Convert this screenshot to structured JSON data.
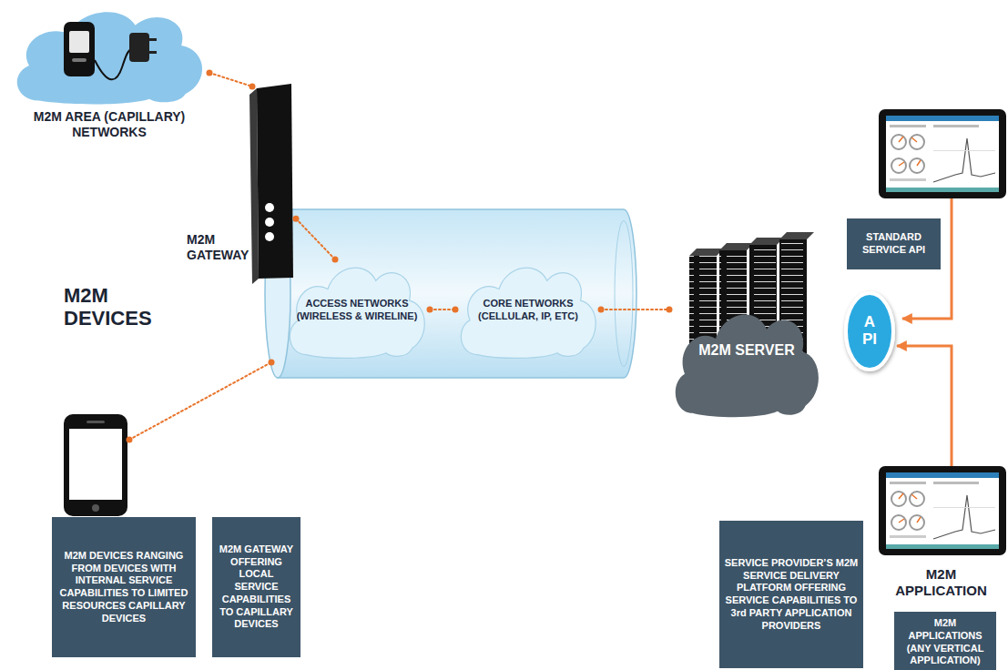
{
  "diagram": {
    "nodes": [
      {
        "text": [
          "M2M AREA (CAPILLARY) NETWORKS"
        ]
      },
      {
        "text": [
          "M2M GATEWAY"
        ]
      },
      {
        "text": [
          "ACCESS NETWORKS (WIRELESS & WIRELINE)"
        ]
      },
      {
        "text": [
          "CORE NETWORKS (CELLULAR, IP, ETC)"
        ]
      },
      {
        "text": [
          "M2M SERVER"
        ]
      },
      {
        "text": [
          "STANDARD SERVICE API"
        ]
      },
      {
        "text": [
          "API"
        ]
      },
      {
        "text": [
          "M2M APPLICATION"
        ]
      },
      {
        "text": [
          "M2M DEVICES RANGING FROM DEVICES WITH INTERNAL SERVICE CAPABILITIES TO LIMITED RESOURCES CAPILLARY DEVICES"
        ]
      },
      {
        "text": [
          "M2M GATEWAY OFFERING LOCAL SERVICE CAPABILITIES TO CAPILLARY DEVICES"
        ]
      },
      {
        "text": [
          "SERVICE PROVIDER’S M2M SERVICE DELIVERY PLATFORM OFFERING SERVICE CAPABILITIES TO 3rd PARTY APPLICATION PROVIDERS"
        ]
      },
      {
        "text": [
          "M2M APPLICATIONS (ANY VERTICAL APPLICATION)"
        ]
      }
    ],
    "edges": [
      {
        "from": 0,
        "to": 1,
        "arrow": "none"
      },
      {
        "from": 1,
        "to": 2,
        "arrow": "none"
      },
      {
        "from": 2,
        "to": 3,
        "arrow": "none"
      },
      {
        "from": 3,
        "to": 4,
        "arrow": "none"
      },
      {
        "from": 7,
        "to": 6,
        "arrow": "to"
      }
    ],
    "labels": [
      "M2M DEVICES"
    ]
  }
}
